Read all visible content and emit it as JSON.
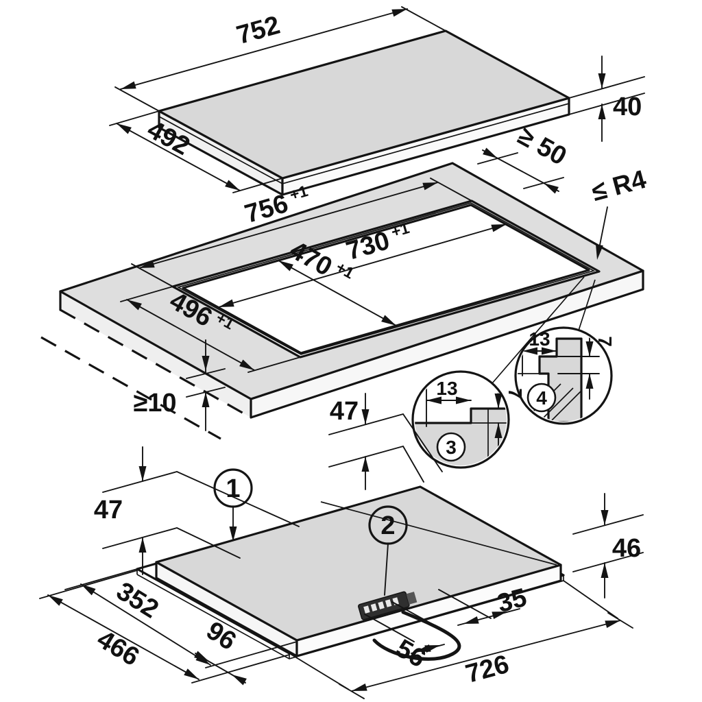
{
  "drawing": {
    "type": "appliance installation dimension diagram",
    "top_view": {
      "width": "752",
      "depth": "492",
      "height": "40",
      "rear_clearance": "≥ 50",
      "corner_radius": "≤ R4"
    },
    "cutout_view": {
      "cutout_width": "756",
      "cutout_depth": "496",
      "inner_width": "730",
      "inner_depth": "470",
      "tolerance": "+1",
      "min_worktop_thickness": "≥10"
    },
    "details": {
      "detail3_label": "3",
      "detail4_label": "4",
      "ledge_width": "13",
      "ledge_depth": "7"
    },
    "bottom_view": {
      "callout_appliance": "1",
      "callout_mains_box": "2",
      "height_front_left": "47",
      "height_front_mid": "47",
      "height_right": "46",
      "body_depth": "352",
      "overall_depth": "466",
      "front_overhang": "96",
      "box_offset": "56",
      "edge_offset": "35",
      "body_width": "726"
    }
  }
}
